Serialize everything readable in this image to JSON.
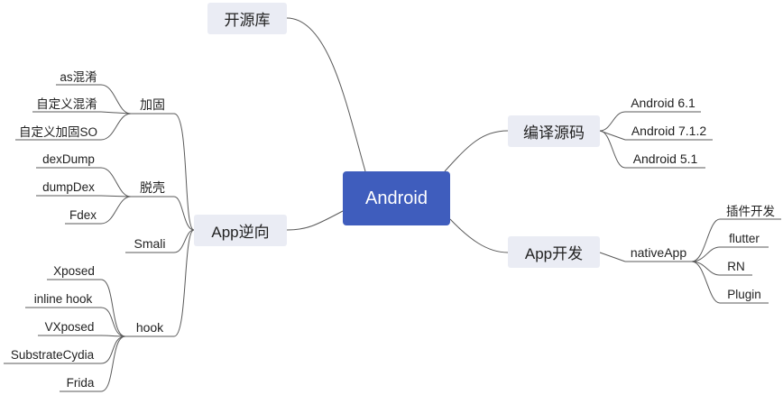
{
  "root": {
    "label": "Android"
  },
  "branches": {
    "opensource": {
      "label": "开源库"
    },
    "compile": {
      "label": "编译源码",
      "items": [
        "Android 6.1",
        "Android 7.1.2",
        "Android 5.1"
      ]
    },
    "appdev": {
      "label": "App开发",
      "native": {
        "label": "nativeApp",
        "items": [
          "插件开发",
          "flutter",
          "RN",
          "Plugin"
        ]
      }
    },
    "reverse": {
      "label": "App逆向",
      "harden": {
        "label": "加固",
        "items": [
          "as混淆",
          "自定义混淆",
          "自定义加固SO"
        ]
      },
      "unpack": {
        "label": "脱壳",
        "items": [
          "dexDump",
          "dumpDex",
          "Fdex"
        ]
      },
      "smali": {
        "label": "Smali"
      },
      "hook": {
        "label": "hook",
        "items": [
          "Xposed",
          "inline hook",
          "VXposed",
          "SubstrateCydia",
          "Frida"
        ]
      }
    }
  }
}
